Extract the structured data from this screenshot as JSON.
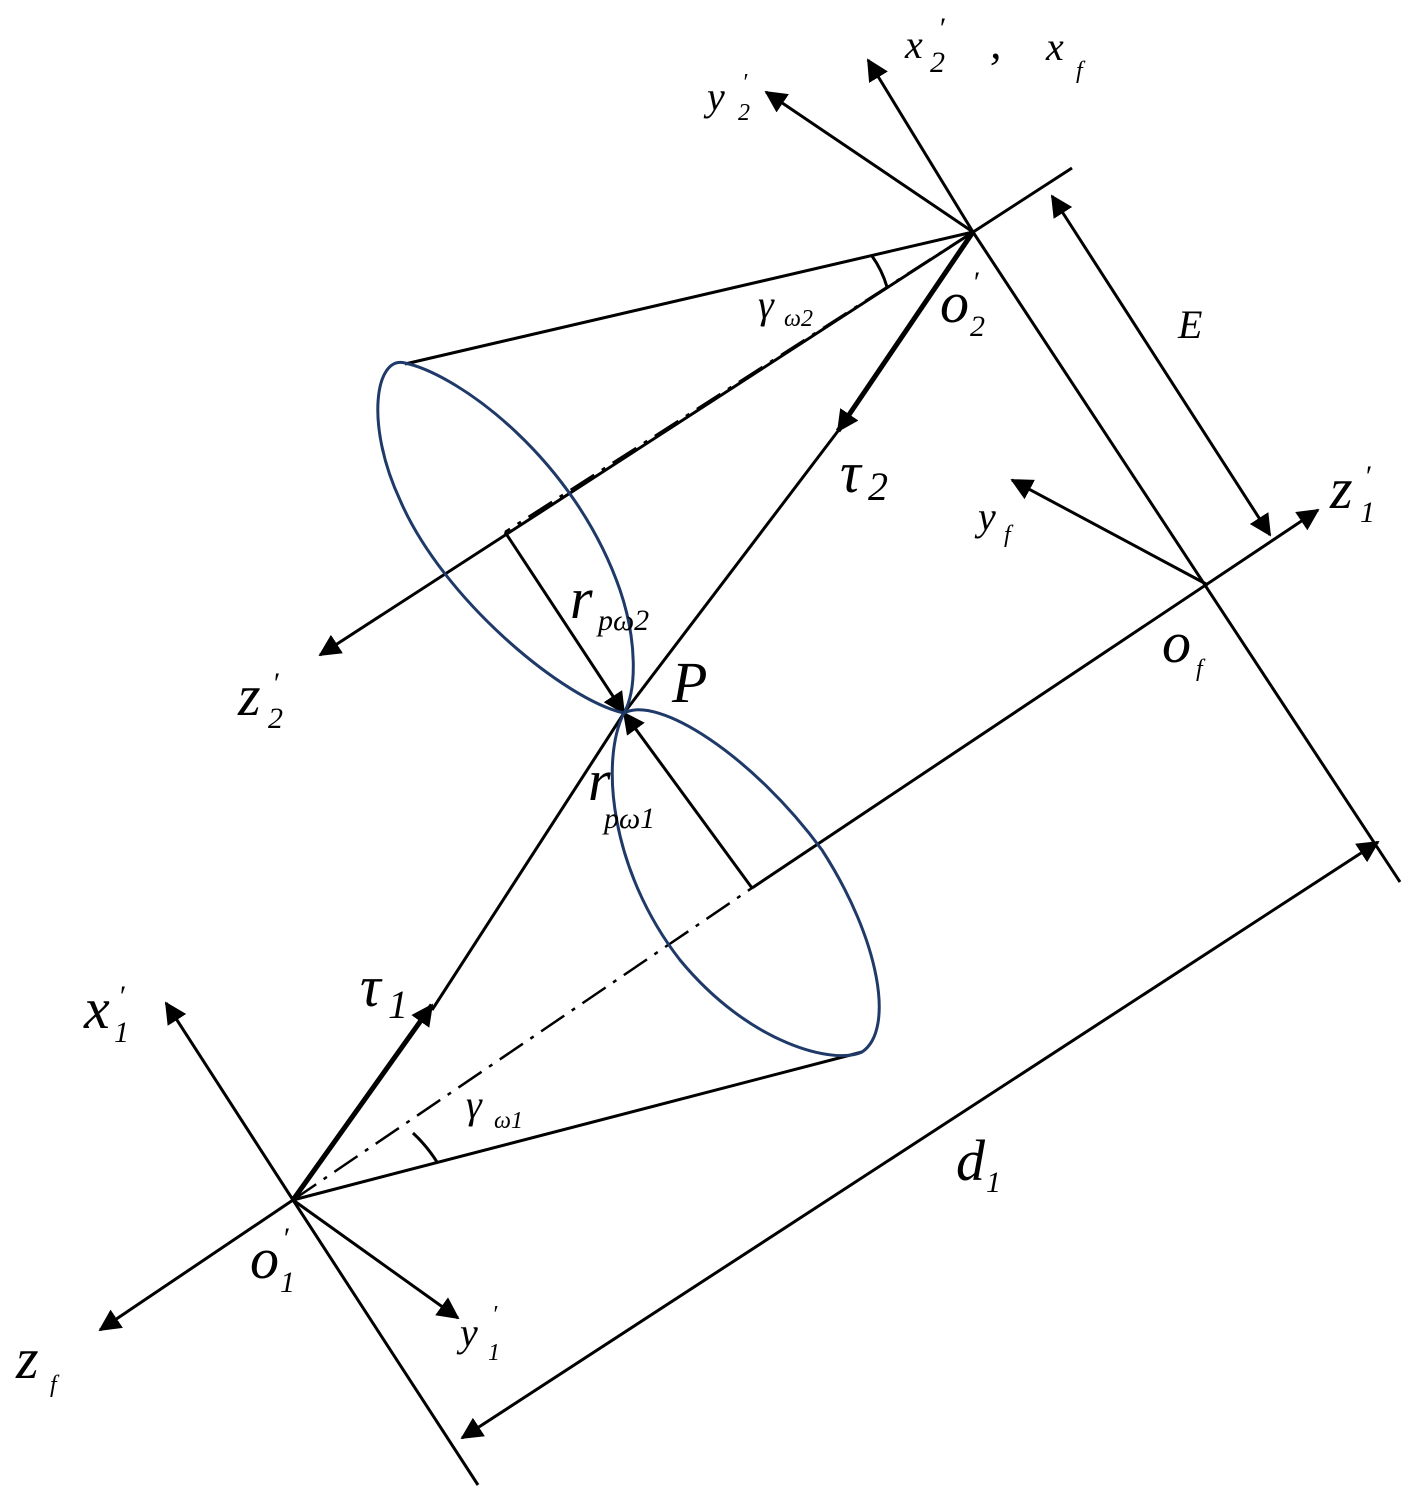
{
  "colors": {
    "ink": "#000000",
    "ellipse": "#1f3a68",
    "background": "#ffffff"
  },
  "labels": {
    "x2p_base": "x",
    "x2p_sub": "2",
    "prime": "′",
    "comma": ",",
    "xf_base": "x",
    "xf_sub": "f",
    "y2p_base": "y",
    "y2p_sub": "2",
    "o2p_base": "o",
    "o2p_sub": "2",
    "gamma2_base": "γ",
    "gamma2_sub": "ω2",
    "E": "E",
    "tau2_base": "τ",
    "tau2_sub": "2",
    "yf_base": "y",
    "yf_sub": "f",
    "z1p_base": "z",
    "z1p_sub": "1",
    "z2p_base": "z",
    "z2p_sub": "2",
    "rpw2_base": "r",
    "rpw2_sub": "pω2",
    "P": "P",
    "of_base": "o",
    "of_sub": "f",
    "rpw1_base": "r",
    "rpw1_sub": "pω1",
    "x1p_base": "x",
    "x1p_sub": "1",
    "tau1_base": "τ",
    "tau1_sub": "1",
    "gamma1_base": "γ",
    "gamma1_sub": "ω1",
    "d1_base": "d",
    "d1_sub": "1",
    "o1p_base": "o",
    "o1p_sub": "1",
    "zf_base": "z",
    "zf_sub": "f",
    "y1p_base": "y",
    "y1p_sub": "1"
  }
}
